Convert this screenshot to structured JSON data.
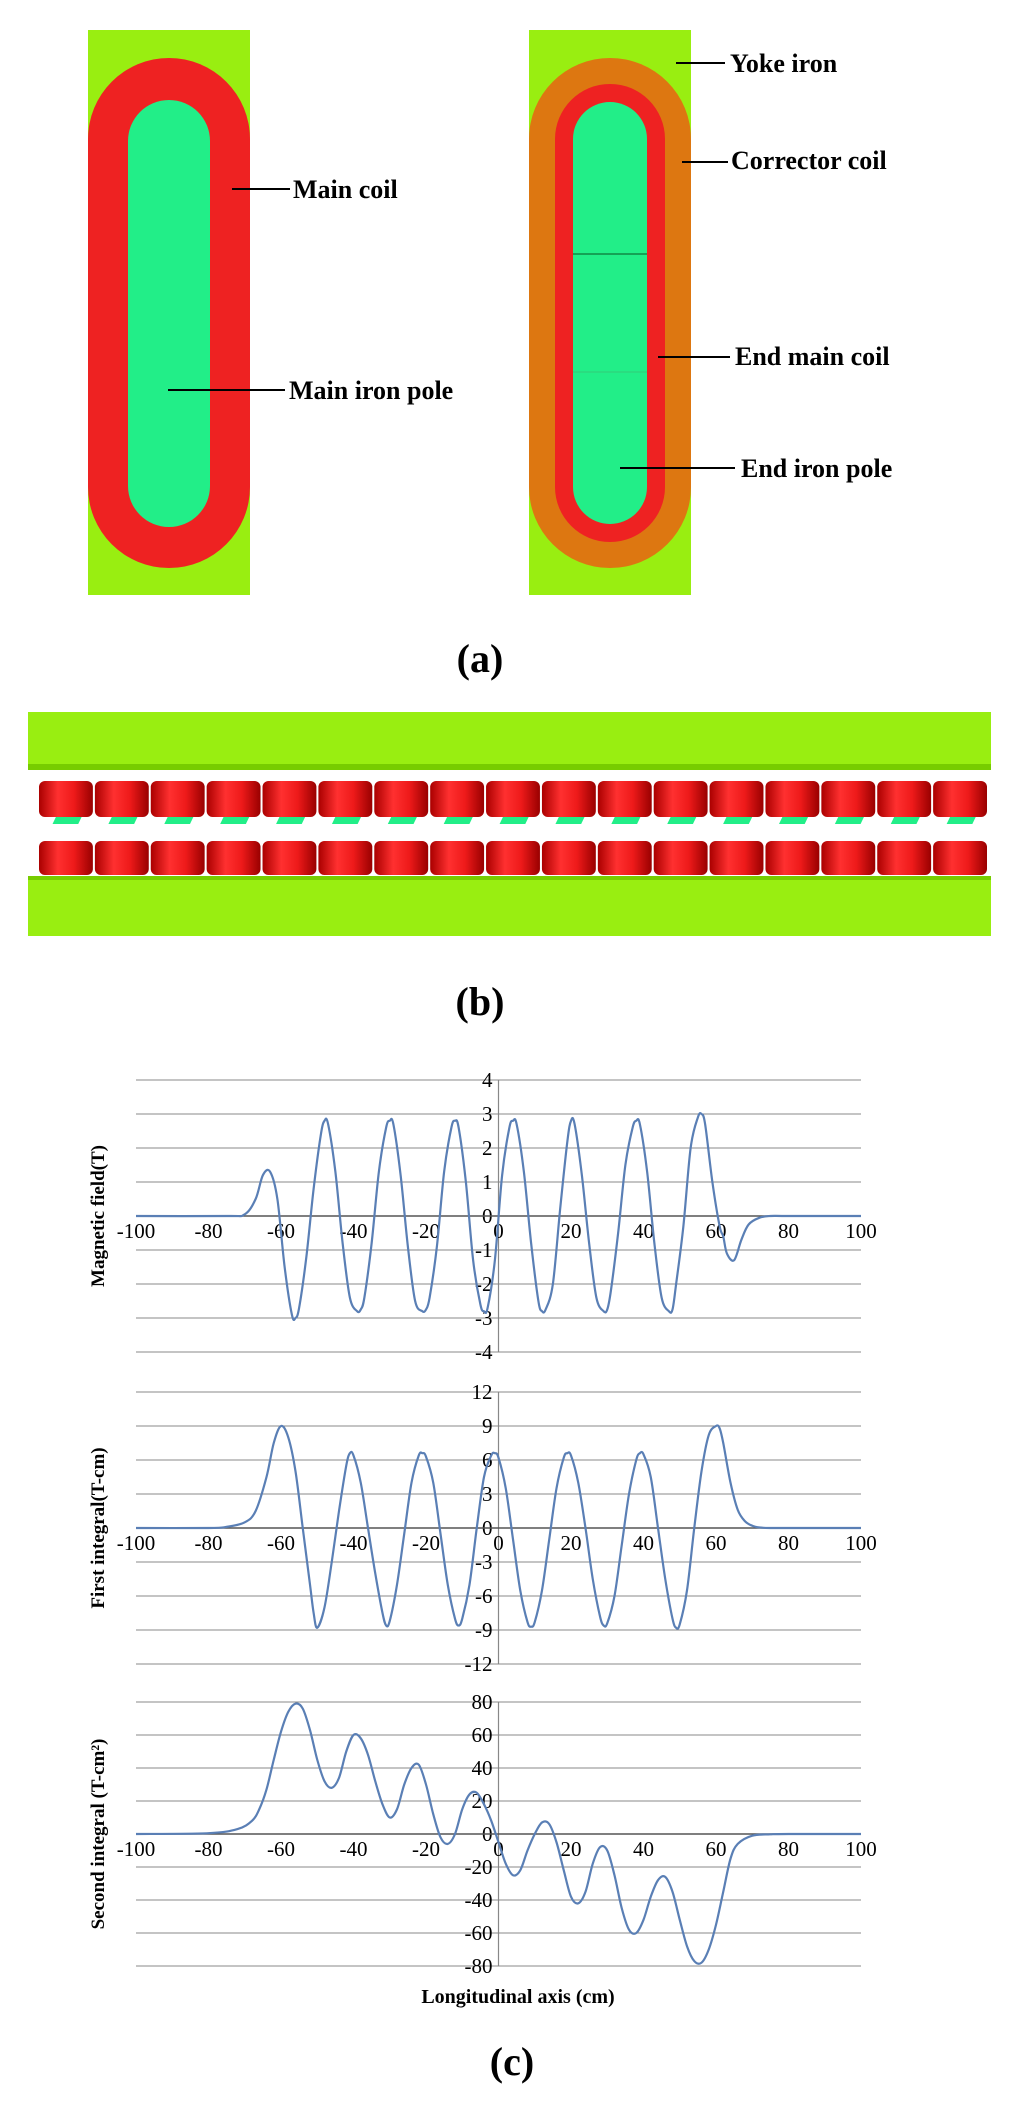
{
  "panel_a": {
    "caption": "(a)",
    "labels": {
      "main_coil": "Main coil",
      "main_iron_pole": "Main iron pole",
      "yoke_iron": "Yoke iron",
      "corrector_coil": "Corrector coil",
      "end_main_coil": "End main coil",
      "end_iron_pole": "End iron pole"
    }
  },
  "panel_b": {
    "caption": "(b)",
    "period_count": 17
  },
  "panel_c": {
    "caption": "(c)",
    "xlabel": "Longitudinal  axis (cm)"
  },
  "colors": {
    "yoke": "#99ee11",
    "main_coil": "#ee2222",
    "pole": "#22ee88",
    "corrector": "#dd7711",
    "curve": "#5a7fb5",
    "grid": "#888888"
  },
  "chart_data": [
    {
      "type": "line",
      "name": "magnetic-field",
      "ylabel": "Magnetic field(T)",
      "xlim": [
        -100,
        100
      ],
      "ylim": [
        -4,
        4
      ],
      "yticks": [
        4,
        3,
        2,
        1,
        0,
        -1,
        -2,
        -3,
        -4
      ],
      "xticks": [
        -100,
        -80,
        -60,
        -40,
        -20,
        0,
        20,
        40,
        60,
        80,
        100
      ],
      "series": [
        {
          "x": [
            -100,
            -75,
            -70,
            -67,
            -65,
            -63,
            -61,
            -59,
            -57,
            -56,
            -55,
            -53,
            -51,
            -49,
            -48,
            -47,
            -45,
            -43,
            -41,
            -39,
            -38,
            -37,
            -35,
            -33,
            -31,
            -30,
            -29,
            -27,
            -25,
            -23,
            -21,
            -20,
            -19,
            -17,
            -15,
            -13,
            -12,
            -11,
            -9,
            -7,
            -5,
            -4,
            -3,
            -1,
            1,
            3,
            4,
            5,
            7,
            9,
            11,
            12,
            13,
            15,
            17,
            19,
            20,
            21,
            23,
            25,
            27,
            29,
            30,
            31,
            33,
            35,
            37,
            38,
            39,
            41,
            43,
            45,
            47,
            48,
            49,
            51,
            53,
            55,
            56,
            57,
            59,
            61,
            62,
            63,
            65,
            67,
            69,
            72,
            75,
            80,
            100
          ],
          "y": [
            0,
            0,
            0.05,
            0.5,
            1.2,
            1.3,
            0.5,
            -1.5,
            -2.9,
            -3,
            -2.7,
            -1.2,
            0.8,
            2.4,
            2.8,
            2.7,
            1.3,
            -0.8,
            -2.4,
            -2.8,
            -2.75,
            -2.4,
            -0.8,
            1.3,
            2.6,
            2.8,
            2.7,
            1.2,
            -0.9,
            -2.5,
            -2.8,
            -2.75,
            -2.4,
            -0.9,
            1.3,
            2.6,
            2.8,
            2.6,
            1.0,
            -1.3,
            -2.6,
            -2.8,
            -2.7,
            -1.3,
            1.2,
            2.6,
            2.8,
            2.7,
            1.3,
            -0.8,
            -2.5,
            -2.8,
            -2.75,
            -2.0,
            0.2,
            2.2,
            2.8,
            2.7,
            1.2,
            -0.8,
            -2.4,
            -2.8,
            -2.75,
            -2.2,
            -0.5,
            1.5,
            2.6,
            2.8,
            2.7,
            1.3,
            -0.8,
            -2.4,
            -2.8,
            -2.75,
            -2.0,
            -0.3,
            2.0,
            2.9,
            3.0,
            2.7,
            1.0,
            -0.3,
            -0.6,
            -1.1,
            -1.3,
            -0.7,
            -0.25,
            -0.05,
            0,
            0,
            0
          ]
        }
      ]
    },
    {
      "type": "line",
      "name": "first-integral",
      "ylabel": "First integral(T-cm)",
      "xlim": [
        -100,
        100
      ],
      "ylim": [
        -12,
        12
      ],
      "yticks": [
        12,
        9,
        6,
        3,
        0,
        -3,
        -6,
        -9,
        -12
      ],
      "xticks": [
        -100,
        -80,
        -60,
        -40,
        -20,
        0,
        20,
        40,
        60,
        80,
        100
      ],
      "series": [
        {
          "x": [
            -100,
            -80,
            -75,
            -70,
            -67,
            -64,
            -62,
            -60,
            -58,
            -56,
            -54,
            -52,
            -51,
            -50,
            -48,
            -46,
            -44,
            -42,
            -41,
            -40,
            -38,
            -36,
            -34,
            -32,
            -31,
            -30,
            -28,
            -26,
            -24,
            -22,
            -21,
            -20,
            -18,
            -16,
            -14,
            -12,
            -11,
            -10,
            -8,
            -6,
            -4,
            -2,
            -1,
            0,
            2,
            4,
            6,
            8,
            9,
            10,
            12,
            14,
            16,
            18,
            19,
            20,
            22,
            24,
            26,
            28,
            29,
            30,
            32,
            34,
            36,
            38,
            39,
            40,
            42,
            44,
            46,
            48,
            49,
            50,
            52,
            54,
            56,
            58,
            60,
            61,
            62,
            64,
            66,
            68,
            70,
            72,
            75,
            80,
            100
          ],
          "y": [
            0,
            0,
            0.1,
            0.5,
            1.5,
            4.5,
            7.5,
            9,
            8,
            5,
            0,
            -5,
            -7.5,
            -8.8,
            -7,
            -3,
            1.5,
            5.5,
            6.6,
            6.4,
            4,
            0,
            -4,
            -7.5,
            -8.6,
            -8.2,
            -5,
            -0.5,
            4,
            6.4,
            6.6,
            6.3,
            4,
            -0.5,
            -5,
            -8,
            -8.6,
            -8,
            -5,
            0,
            4.5,
            6.4,
            6.6,
            6.2,
            3.5,
            -1,
            -5.5,
            -8.3,
            -8.7,
            -8.3,
            -5.5,
            -1,
            3.5,
            6.2,
            6.6,
            6.4,
            4,
            0,
            -4.5,
            -7.8,
            -8.6,
            -8.4,
            -6,
            -1.5,
            3,
            6,
            6.6,
            6.5,
            4.5,
            0,
            -4.5,
            -8,
            -8.8,
            -8.5,
            -5.5,
            0,
            5,
            8.2,
            9,
            8.8,
            7.5,
            4,
            1.6,
            0.6,
            0.2,
            0.05,
            0,
            0,
            0
          ]
        }
      ]
    },
    {
      "type": "line",
      "name": "second-integral",
      "ylabel": "Second integral (T-cm²)",
      "xlim": [
        -100,
        100
      ],
      "ylim": [
        -80,
        80
      ],
      "yticks": [
        80,
        60,
        40,
        20,
        0,
        -20,
        -40,
        -60,
        -80
      ],
      "xticks": [
        -100,
        -80,
        -60,
        -40,
        -20,
        0,
        20,
        40,
        60,
        80,
        100
      ],
      "series": [
        {
          "x": [
            -100,
            -80,
            -72,
            -68,
            -66,
            -64,
            -62,
            -60,
            -58,
            -56,
            -54,
            -52,
            -50,
            -48,
            -46,
            -44,
            -42,
            -40,
            -38,
            -36,
            -34,
            -32,
            -30,
            -28,
            -26,
            -24,
            -22,
            -20,
            -18,
            -16,
            -14,
            -12,
            -10,
            -8,
            -6,
            -4,
            -2,
            0,
            2,
            4,
            6,
            8,
            10,
            12,
            14,
            16,
            18,
            20,
            22,
            24,
            26,
            28,
            30,
            32,
            34,
            36,
            38,
            40,
            42,
            44,
            46,
            48,
            50,
            52,
            54,
            56,
            58,
            60,
            62,
            64,
            66,
            70,
            75,
            80,
            100
          ],
          "y": [
            0,
            0.5,
            3,
            8,
            15,
            27,
            45,
            62,
            74,
            79,
            76,
            63,
            45,
            32,
            28,
            34,
            50,
            60,
            58,
            48,
            32,
            18,
            10,
            15,
            30,
            40,
            42,
            30,
            12,
            -2,
            -6,
            0,
            15,
            24,
            25,
            18,
            8,
            -5,
            -18,
            -25,
            -22,
            -10,
            0,
            7,
            6,
            -5,
            -22,
            -38,
            -42,
            -35,
            -18,
            -8,
            -10,
            -25,
            -45,
            -58,
            -60,
            -52,
            -38,
            -28,
            -26,
            -35,
            -52,
            -68,
            -77,
            -78,
            -70,
            -55,
            -35,
            -15,
            -6,
            -1,
            -0.2,
            0,
            0
          ]
        }
      ]
    }
  ]
}
